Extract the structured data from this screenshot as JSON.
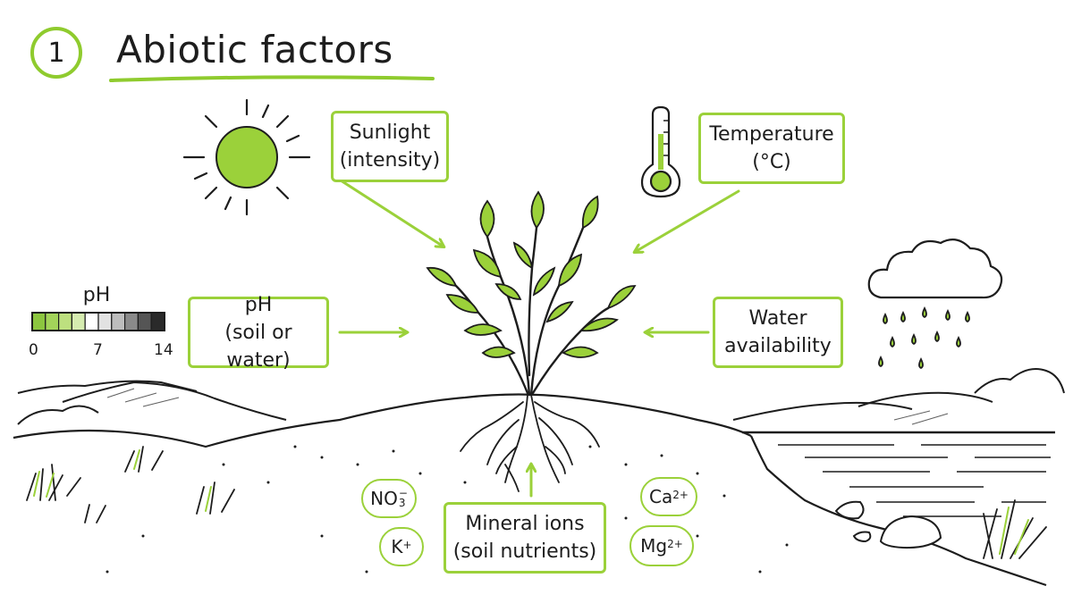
{
  "header": {
    "number": "1",
    "title": "Abiotic factors"
  },
  "factors": {
    "sunlight": {
      "line1": "Sunlight",
      "line2": "(intensity)"
    },
    "temperature": {
      "line1": "Temperature",
      "line2": "(°C)"
    },
    "ph": {
      "line1": "pH",
      "line2": "(soil or water)"
    },
    "water": {
      "line1": "Water",
      "line2": "availability"
    },
    "minerals": {
      "line1": "Mineral ions",
      "line2": "(soil nutrients)"
    }
  },
  "ph_scale": {
    "label": "pH",
    "ticks": [
      "0",
      "7",
      "14"
    ],
    "segment_colors": [
      "#8cc63f",
      "#a3d45a",
      "#bde07f",
      "#d6ecb0",
      "#ffffff",
      "#e2e2e2",
      "#bdbdbd",
      "#8a8a8a",
      "#555555",
      "#2a2a2a"
    ]
  },
  "ions": {
    "nitrate": {
      "base": "NO",
      "sub": "3",
      "sup": "−"
    },
    "potassium": {
      "base": "K",
      "sup": "+"
    },
    "calcium": {
      "base": "Ca",
      "sup": "2+"
    },
    "magnesium": {
      "base": "Mg",
      "sup": "2+"
    }
  },
  "colors": {
    "accent": "#9bd13a",
    "ink": "#1d1d1d",
    "leaf": "#9bd13a"
  },
  "icons": [
    "sun-icon",
    "thermometer-icon",
    "rain-cloud-icon",
    "plant-icon",
    "ph-scale-icon"
  ]
}
